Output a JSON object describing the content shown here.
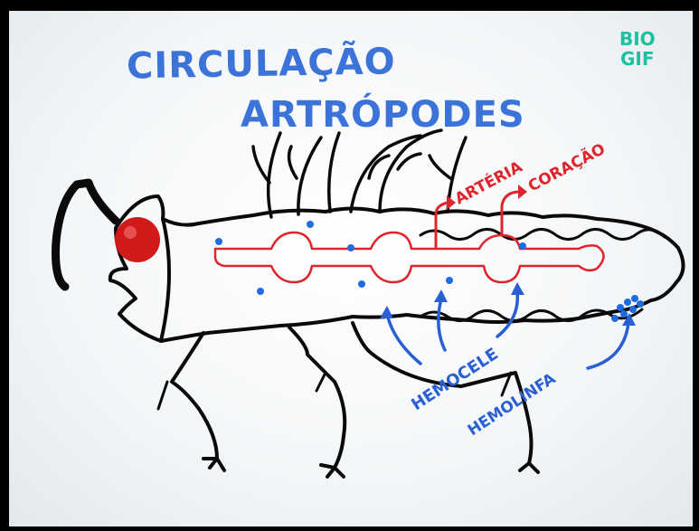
{
  "title": {
    "line1": "CIRCULAÇÃO",
    "line2": "ARTRÓPODES"
  },
  "logo": {
    "line1": "BIO",
    "line2": "GIF"
  },
  "labels": {
    "arteria": "ARTÉRIA",
    "coracao": "CORAÇÃO",
    "hemocele": "HEMOCELE",
    "hemolinfa": "HEMOLINFA"
  },
  "colors": {
    "title": "#3b73d9",
    "logo": "#1fc0a0",
    "red": "#e0242c",
    "blue": "#2a5fd4",
    "ink": "#0a0a0a",
    "eye": "#d21a1a"
  }
}
